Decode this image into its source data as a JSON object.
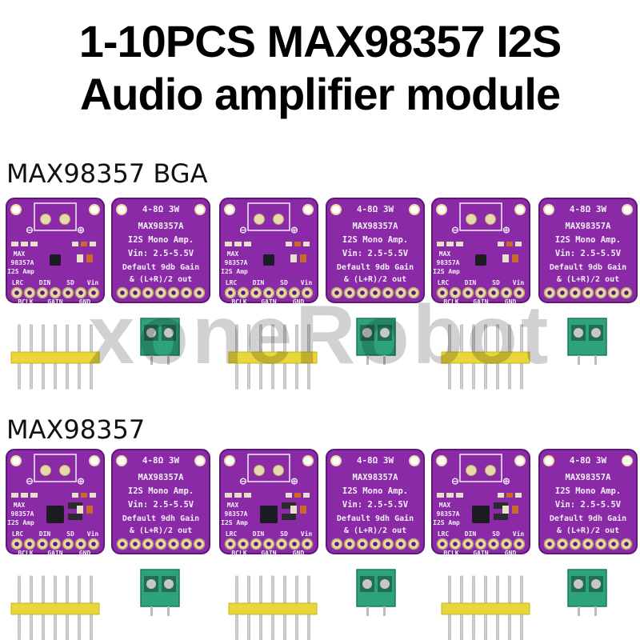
{
  "heading": {
    "line1": "1-10PCS MAX98357 I2S",
    "line2": "Audio amplifier module"
  },
  "sections": [
    {
      "label": "MAX98357 BGA"
    },
    {
      "label": "MAX98357"
    }
  ],
  "watermark": "xoneRobot",
  "board_front_bga": {
    "silk_max": "MAX",
    "silk_part": "98357A",
    "silk_amp": "I2S Amp",
    "pins_top": [
      "LRC",
      "DIN",
      "SD",
      "Vin"
    ],
    "pins_bottom": [
      "BCLK",
      "GAIN",
      "GND"
    ],
    "minus": "⊖",
    "plus": "⊕"
  },
  "board_back_bga": {
    "line1": "4-8Ω 3W",
    "line2": "MAX98357A",
    "line3": "I2S Mono Amp.",
    "line4": "Vin: 2.5-5.5V",
    "line5": "Default 9db Gain",
    "line6": "& (L+R)/2 out"
  },
  "board_back_std": {
    "line1": "4-8Ω 3W",
    "line2": "MAX98357A",
    "line3": "I2S Mono Amp.",
    "line4": "Vin: 2.5-5.5V",
    "line5": "Default 9dh Gain",
    "line6": "& (L+R)/2 out"
  },
  "colors": {
    "pcb": "#8a2aa6",
    "pcb_dark": "#5e1779",
    "pad": "#e8d9a8",
    "header": "#e8d63a",
    "terminal": "#2ea27a"
  }
}
